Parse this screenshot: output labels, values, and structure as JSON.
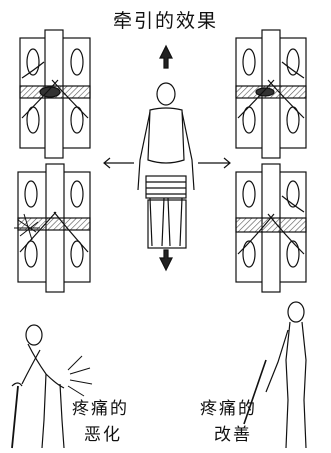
{
  "title": "牵引的效果",
  "labels": {
    "worse_line1": "疼痛的",
    "worse_line2": "恶化",
    "better_line1": "疼痛的",
    "better_line2": "改善"
  },
  "colors": {
    "ink": "#111111",
    "hatch": "#555555",
    "paper": "#ffffff"
  }
}
